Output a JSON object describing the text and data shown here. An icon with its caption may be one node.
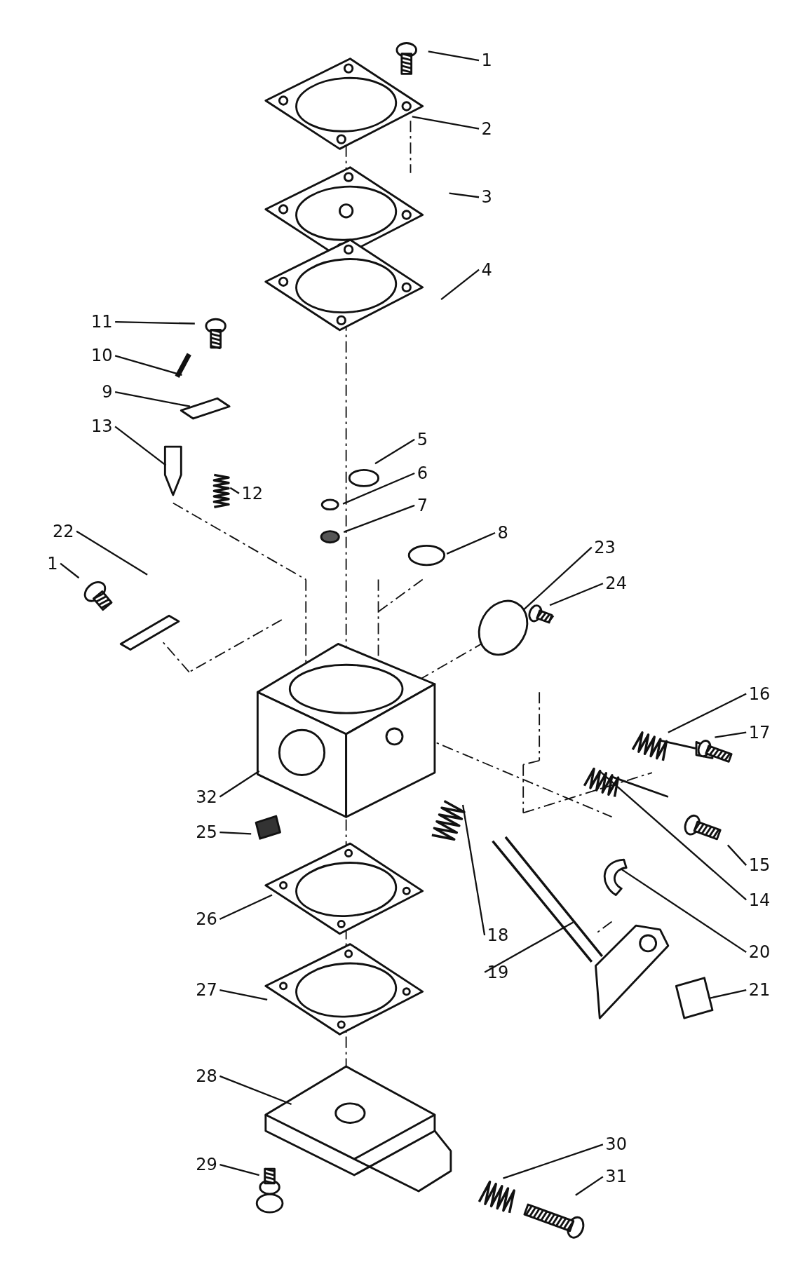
{
  "diagram": {
    "nodes": [
      {
        "text": [
          "1"
        ]
      },
      {
        "text": [
          "2"
        ]
      },
      {
        "text": [
          "3"
        ]
      },
      {
        "text": [
          "11"
        ]
      },
      {
        "text": [
          "4"
        ]
      },
      {
        "text": [
          "10"
        ]
      },
      {
        "text": [
          "9"
        ]
      },
      {
        "text": [
          "13"
        ]
      },
      {
        "text": [
          "5"
        ]
      },
      {
        "text": [
          "6"
        ]
      },
      {
        "text": [
          "12"
        ]
      },
      {
        "text": [
          "7"
        ]
      },
      {
        "text": [
          "22"
        ]
      },
      {
        "text": [
          "8"
        ]
      },
      {
        "text": [
          "23"
        ]
      },
      {
        "text": [
          "1"
        ]
      },
      {
        "text": [
          "24"
        ]
      },
      {
        "text": [
          "16"
        ]
      },
      {
        "text": [
          "17"
        ]
      },
      {
        "text": [
          "32"
        ]
      },
      {
        "text": [
          "25"
        ]
      },
      {
        "text": [
          "15"
        ]
      },
      {
        "text": [
          "14"
        ]
      },
      {
        "text": [
          "26"
        ]
      },
      {
        "text": [
          "18"
        ]
      },
      {
        "text": [
          "20"
        ]
      },
      {
        "text": [
          "19"
        ]
      },
      {
        "text": [
          "27"
        ]
      },
      {
        "text": [
          "21"
        ]
      },
      {
        "text": [
          "28"
        ]
      },
      {
        "text": [
          "30"
        ]
      },
      {
        "text": [
          "29"
        ]
      },
      {
        "text": [
          "31"
        ]
      }
    ],
    "edges": [
      {
        "from": 0,
        "to": null,
        "arrow": "none"
      },
      {
        "from": 1,
        "to": null,
        "arrow": "none"
      },
      {
        "from": 2,
        "to": null,
        "arrow": "none"
      },
      {
        "from": 3,
        "to": null,
        "arrow": "none"
      },
      {
        "from": 4,
        "to": null,
        "arrow": "none"
      },
      {
        "from": 5,
        "to": null,
        "arrow": "none"
      },
      {
        "from": 6,
        "to": null,
        "arrow": "none"
      },
      {
        "from": 7,
        "to": null,
        "arrow": "none"
      },
      {
        "from": 8,
        "to": null,
        "arrow": "none"
      },
      {
        "from": 9,
        "to": null,
        "arrow": "none"
      },
      {
        "from": 10,
        "to": null,
        "arrow": "none"
      },
      {
        "from": 11,
        "to": null,
        "arrow": "none"
      },
      {
        "from": 12,
        "to": null,
        "arrow": "none"
      },
      {
        "from": 13,
        "to": null,
        "arrow": "none"
      },
      {
        "from": 14,
        "to": null,
        "arrow": "none"
      },
      {
        "from": 15,
        "to": null,
        "arrow": "none"
      },
      {
        "from": 16,
        "to": null,
        "arrow": "none"
      },
      {
        "from": 17,
        "to": null,
        "arrow": "none"
      },
      {
        "from": 18,
        "to": null,
        "arrow": "none"
      },
      {
        "from": 19,
        "to": null,
        "arrow": "none"
      },
      {
        "from": 20,
        "to": null,
        "arrow": "none"
      },
      {
        "from": 21,
        "to": null,
        "arrow": "none"
      },
      {
        "from": 22,
        "to": null,
        "arrow": "none"
      },
      {
        "from": 23,
        "to": null,
        "arrow": "none"
      },
      {
        "from": 24,
        "to": null,
        "arrow": "none"
      },
      {
        "from": 25,
        "to": null,
        "arrow": "none"
      },
      {
        "from": 26,
        "to": null,
        "arrow": "none"
      },
      {
        "from": 27,
        "to": null,
        "arrow": "none"
      },
      {
        "from": 28,
        "to": null,
        "arrow": "none"
      },
      {
        "from": 29,
        "to": null,
        "arrow": "none"
      },
      {
        "from": 30,
        "to": null,
        "arrow": "none"
      },
      {
        "from": 31,
        "to": null,
        "arrow": "none"
      },
      {
        "from": 32,
        "to": null,
        "arrow": "none"
      }
    ]
  }
}
